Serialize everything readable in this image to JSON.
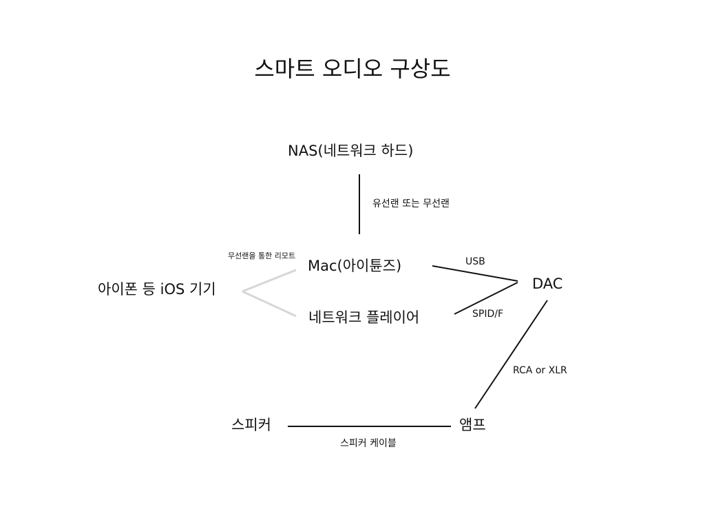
{
  "title": "스마트 오디오 구상도",
  "nodes": {
    "nas": "NAS(네트워크 하드)",
    "mac": "Mac(아이튠즈)",
    "network_player": "네트워크 플레이어",
    "ios": "아이폰 등 iOS 기기",
    "dac": "DAC",
    "amp": "앰프",
    "speaker": "스피커"
  },
  "edge_labels": {
    "nas_mac": "유선랜 또는 무선랜",
    "ios_remote": "무선랜을 통한 리모트",
    "mac_dac": "USB",
    "player_dac": "SPID/F",
    "dac_amp": "RCA or XLR",
    "amp_speaker": "스피커 케이블"
  },
  "colors": {
    "line": "#111111",
    "remote_line": "#d6d6d6",
    "text": "#111111",
    "background": "#ffffff"
  }
}
